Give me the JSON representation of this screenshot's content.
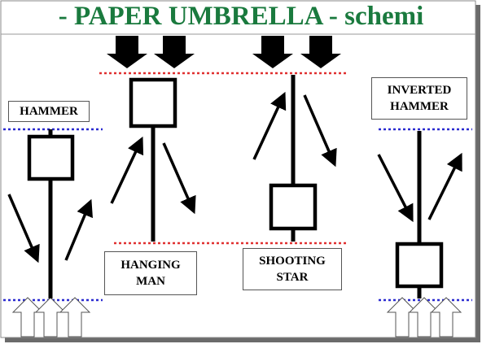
{
  "title": "- PAPER UMBRELLA - schemi",
  "labels": {
    "hammer": "HAMMER",
    "hanging_line1": "HANGING",
    "hanging_line2": "MAN",
    "shooting_line1": "SHOOTING",
    "shooting_line2": "STAR",
    "inverted_line1": "INVERTED",
    "inverted_line2": "HAMMER"
  },
  "colors": {
    "title": "#1a7a3e",
    "blue_dotted": "#2a2ad0",
    "red_dotted": "#e03030",
    "candle": "#000000",
    "shadow": "#6b6b6b"
  }
}
